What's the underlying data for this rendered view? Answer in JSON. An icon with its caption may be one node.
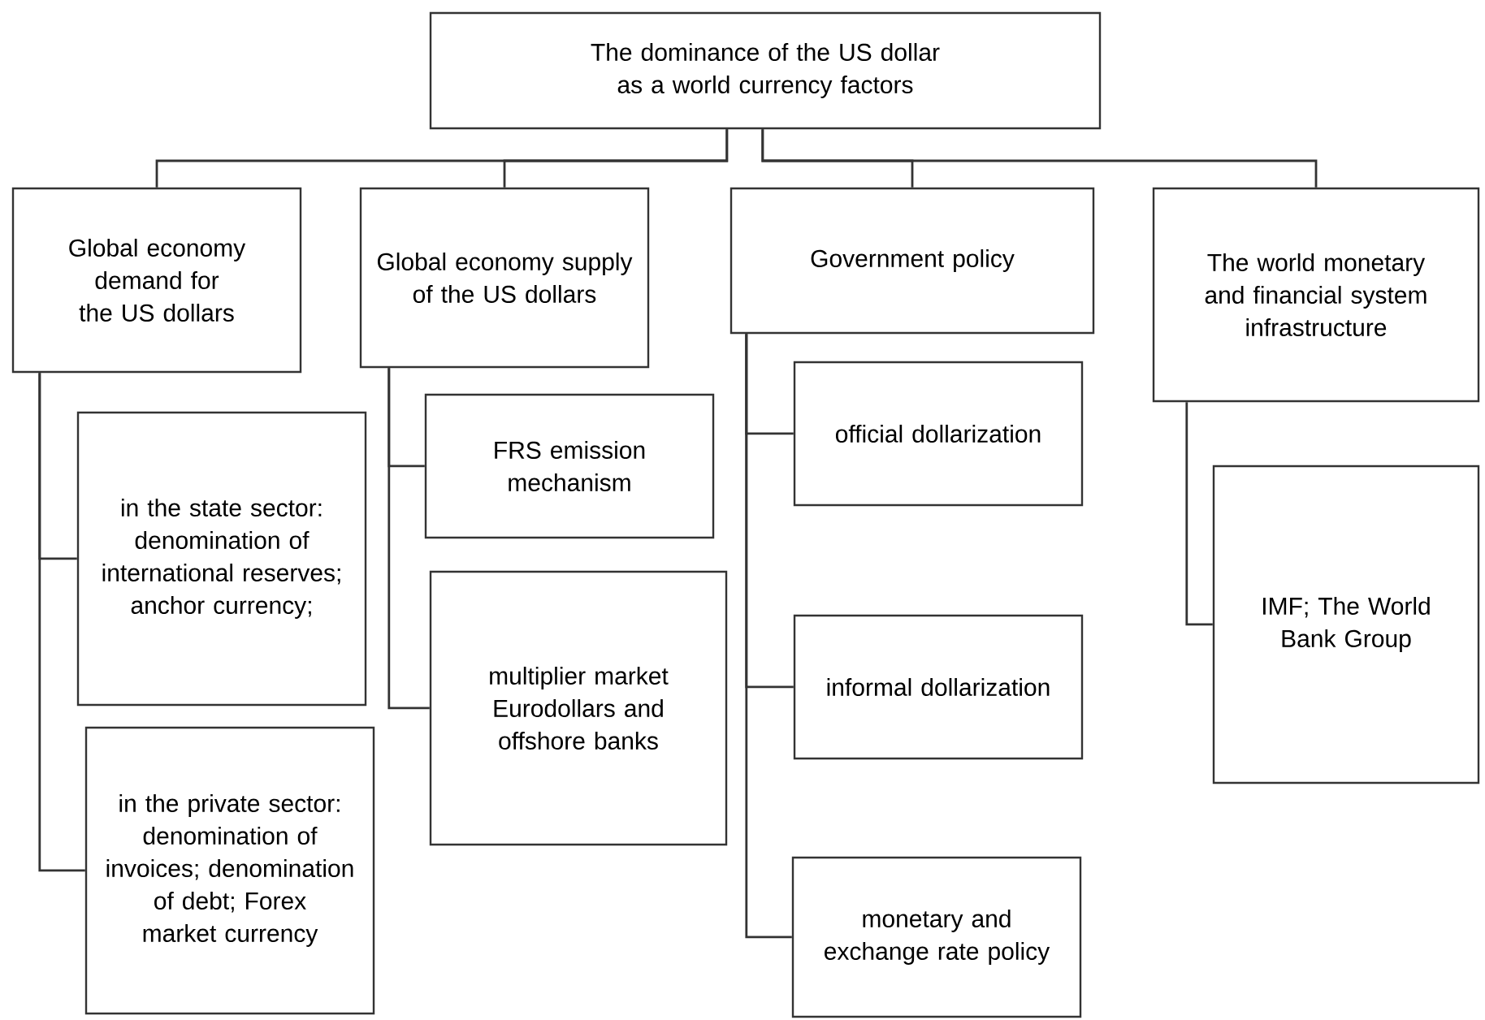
{
  "diagram": {
    "nodes": [
      {
        "text": [
          "The dominance of the US dollar as a world currency factors"
        ]
      },
      {
        "text": [
          "Global economy demand for the US dollars"
        ]
      },
      {
        "text": [
          "Global economy supply of the  US dollars"
        ]
      },
      {
        "text": [
          "Government policy"
        ]
      },
      {
        "text": [
          "The world monetary and financial system infrastructure"
        ]
      },
      {
        "text": [
          "in the state sector: denomination of international reserves; anchor currency;"
        ]
      },
      {
        "text": [
          "in the private sector: denomination of invoices; denomination of debt; Forex market currency"
        ]
      },
      {
        "text": [
          "FRS emission mechanism"
        ]
      },
      {
        "text": [
          "multiplier market Eurodollars and offshore banks"
        ]
      },
      {
        "text": [
          "official dollarization"
        ]
      },
      {
        "text": [
          "informal dollarization"
        ]
      },
      {
        "text": [
          "monetary and exchange rate policy"
        ]
      },
      {
        "text": [
          "IMF; The World Bank Group"
        ]
      }
    ],
    "edges": [
      {
        "from": 0,
        "to": 1,
        "arrow": "none"
      },
      {
        "from": 0,
        "to": 2,
        "arrow": "none"
      },
      {
        "from": 0,
        "to": 3,
        "arrow": "none"
      },
      {
        "from": 0,
        "to": 4,
        "arrow": "none"
      },
      {
        "from": 1,
        "to": 5,
        "arrow": "none"
      },
      {
        "from": 1,
        "to": 6,
        "arrow": "none"
      },
      {
        "from": 2,
        "to": 7,
        "arrow": "none"
      },
      {
        "from": 2,
        "to": 8,
        "arrow": "none"
      },
      {
        "from": 3,
        "to": 9,
        "arrow": "none"
      },
      {
        "from": 3,
        "to": 10,
        "arrow": "none"
      },
      {
        "from": 3,
        "to": 11,
        "arrow": "none"
      },
      {
        "from": 4,
        "to": 12,
        "arrow": "none"
      }
    ]
  }
}
